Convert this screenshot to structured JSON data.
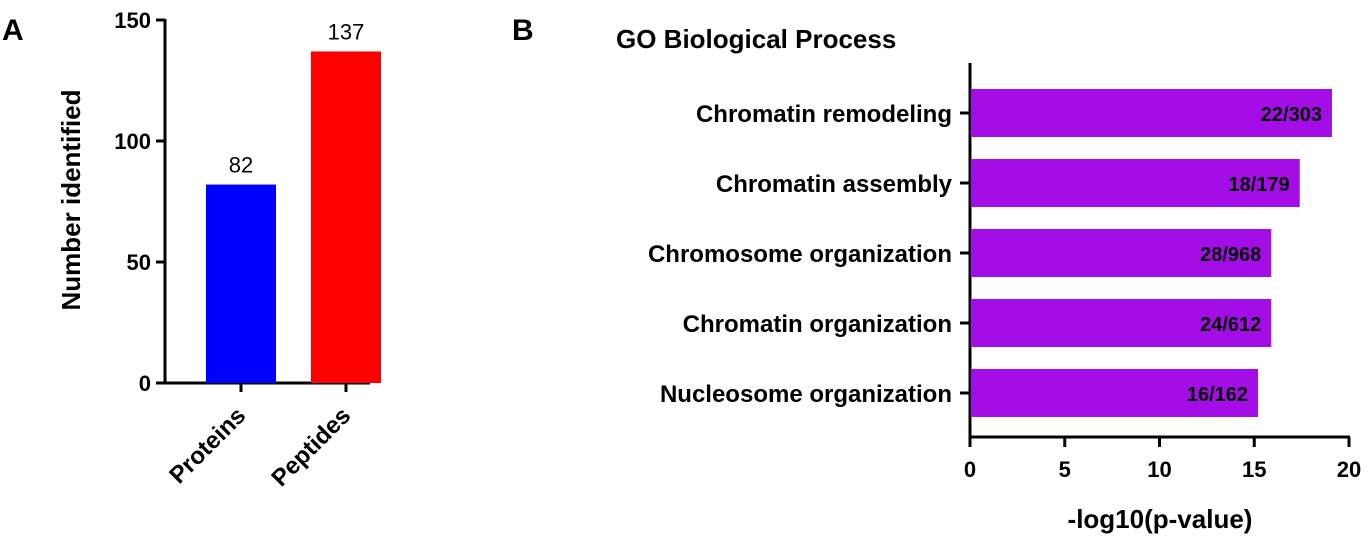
{
  "chart_data": [
    {
      "panel": "A",
      "type": "bar",
      "ylabel": "Number identified",
      "categories": [
        "Proteins",
        "Peptides"
      ],
      "values": [
        82,
        137
      ],
      "value_labels": [
        "82",
        "137"
      ],
      "colors": [
        "#0000ff",
        "#ff0000"
      ],
      "ylim": [
        0,
        150
      ],
      "yticks": [
        0,
        50,
        100,
        150
      ],
      "grid": false
    },
    {
      "panel": "B",
      "type": "bar",
      "orientation": "horizontal",
      "title": "GO Biological Process",
      "xlabel": "-log10(p-value)",
      "categories": [
        "Chromatin remodeling",
        "Chromatin assembly",
        "Chromosome organization",
        "Chromatin organization",
        "Nucleosome organization"
      ],
      "values": [
        19.1,
        17.4,
        15.9,
        15.9,
        15.2
      ],
      "bar_labels": [
        "22/303",
        "18/179",
        "28/968",
        "24/612",
        "16/162"
      ],
      "color": "#a30ee6",
      "xlim": [
        0,
        20
      ],
      "xticks": [
        0,
        5,
        10,
        15,
        20
      ],
      "grid": false
    }
  ]
}
